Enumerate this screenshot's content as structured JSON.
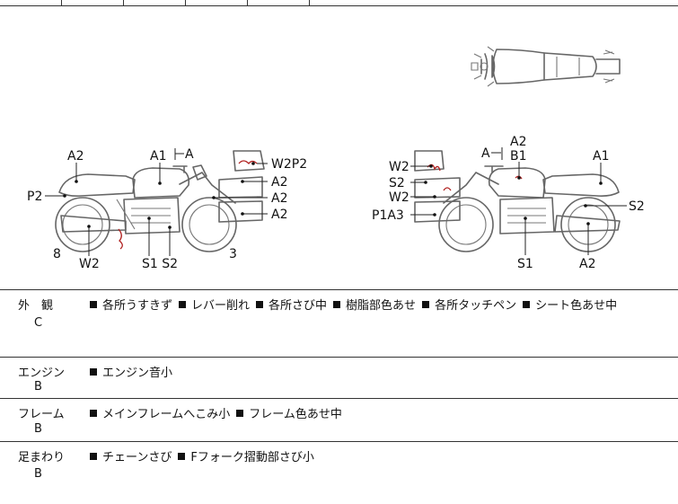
{
  "diagram": {
    "left_labels": {
      "a2_top": "A2",
      "a1": "A1",
      "a": "A",
      "w2p2": "W2P2",
      "a2_r1": "A2",
      "a2_r2": "A2",
      "a2_r3": "A2",
      "p2": "P2",
      "n8": "8",
      "w2": "W2",
      "s1s2": "S1 S2",
      "n3": "3"
    },
    "right_labels": {
      "a2_top": "A2",
      "a": "A",
      "b1": "B1",
      "a1": "A1",
      "w2_top": "W2",
      "s2_left": "S2",
      "w2_mid": "W2",
      "p1a3": "P1A3",
      "s2_right": "S2",
      "s1": "S1",
      "a2_bottom": "A2"
    }
  },
  "sections": [
    {
      "name": "外　観",
      "grade": "C",
      "items": [
        "各所うすきず",
        "レバー削れ",
        "各所さび中",
        "樹脂部色あせ",
        "各所タッチペン",
        "シート色あせ中"
      ]
    },
    {
      "name": "エンジン",
      "grade": "B",
      "items": [
        "エンジン音小"
      ]
    },
    {
      "name": "フレーム",
      "grade": "B",
      "items": [
        "メインフレームへこみ小",
        "フレーム色あせ中"
      ]
    },
    {
      "name": "足まわり",
      "grade": "B",
      "items": [
        "チェーンさび",
        "Fフォーク摺動部さび小"
      ]
    }
  ],
  "icons": {
    "bullet": "black-square"
  }
}
